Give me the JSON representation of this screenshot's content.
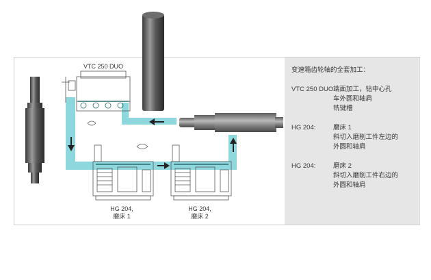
{
  "diagram": {
    "labels": {
      "vtc": "VTC 250 DUO",
      "hg1_model": "HG 204,",
      "hg1_name": "磨床  1",
      "hg2_model": "HG 204,",
      "hg2_name": "磨床  2"
    }
  },
  "info": {
    "title": "变速箱齿轮轴的全套加工：",
    "vtc_key": "VTC 250 DUO:",
    "vtc_lines": [
      "端面加工，钻中心孔",
      "车外圆和轴肩",
      "铣键槽"
    ],
    "hg1_key": "HG 204:",
    "hg1_lines": [
      "磨床  1",
      "斜切入磨削工件左边的",
      "外圆和轴肩"
    ],
    "hg2_key": "HG 204:",
    "hg2_lines": [
      "磨床  2",
      "斜切入磨削工件右边的",
      "外圆和轴肩"
    ]
  },
  "colors": {
    "flow": "#8ed8dd",
    "panel": "#e6e6e6",
    "line": "#555555"
  }
}
